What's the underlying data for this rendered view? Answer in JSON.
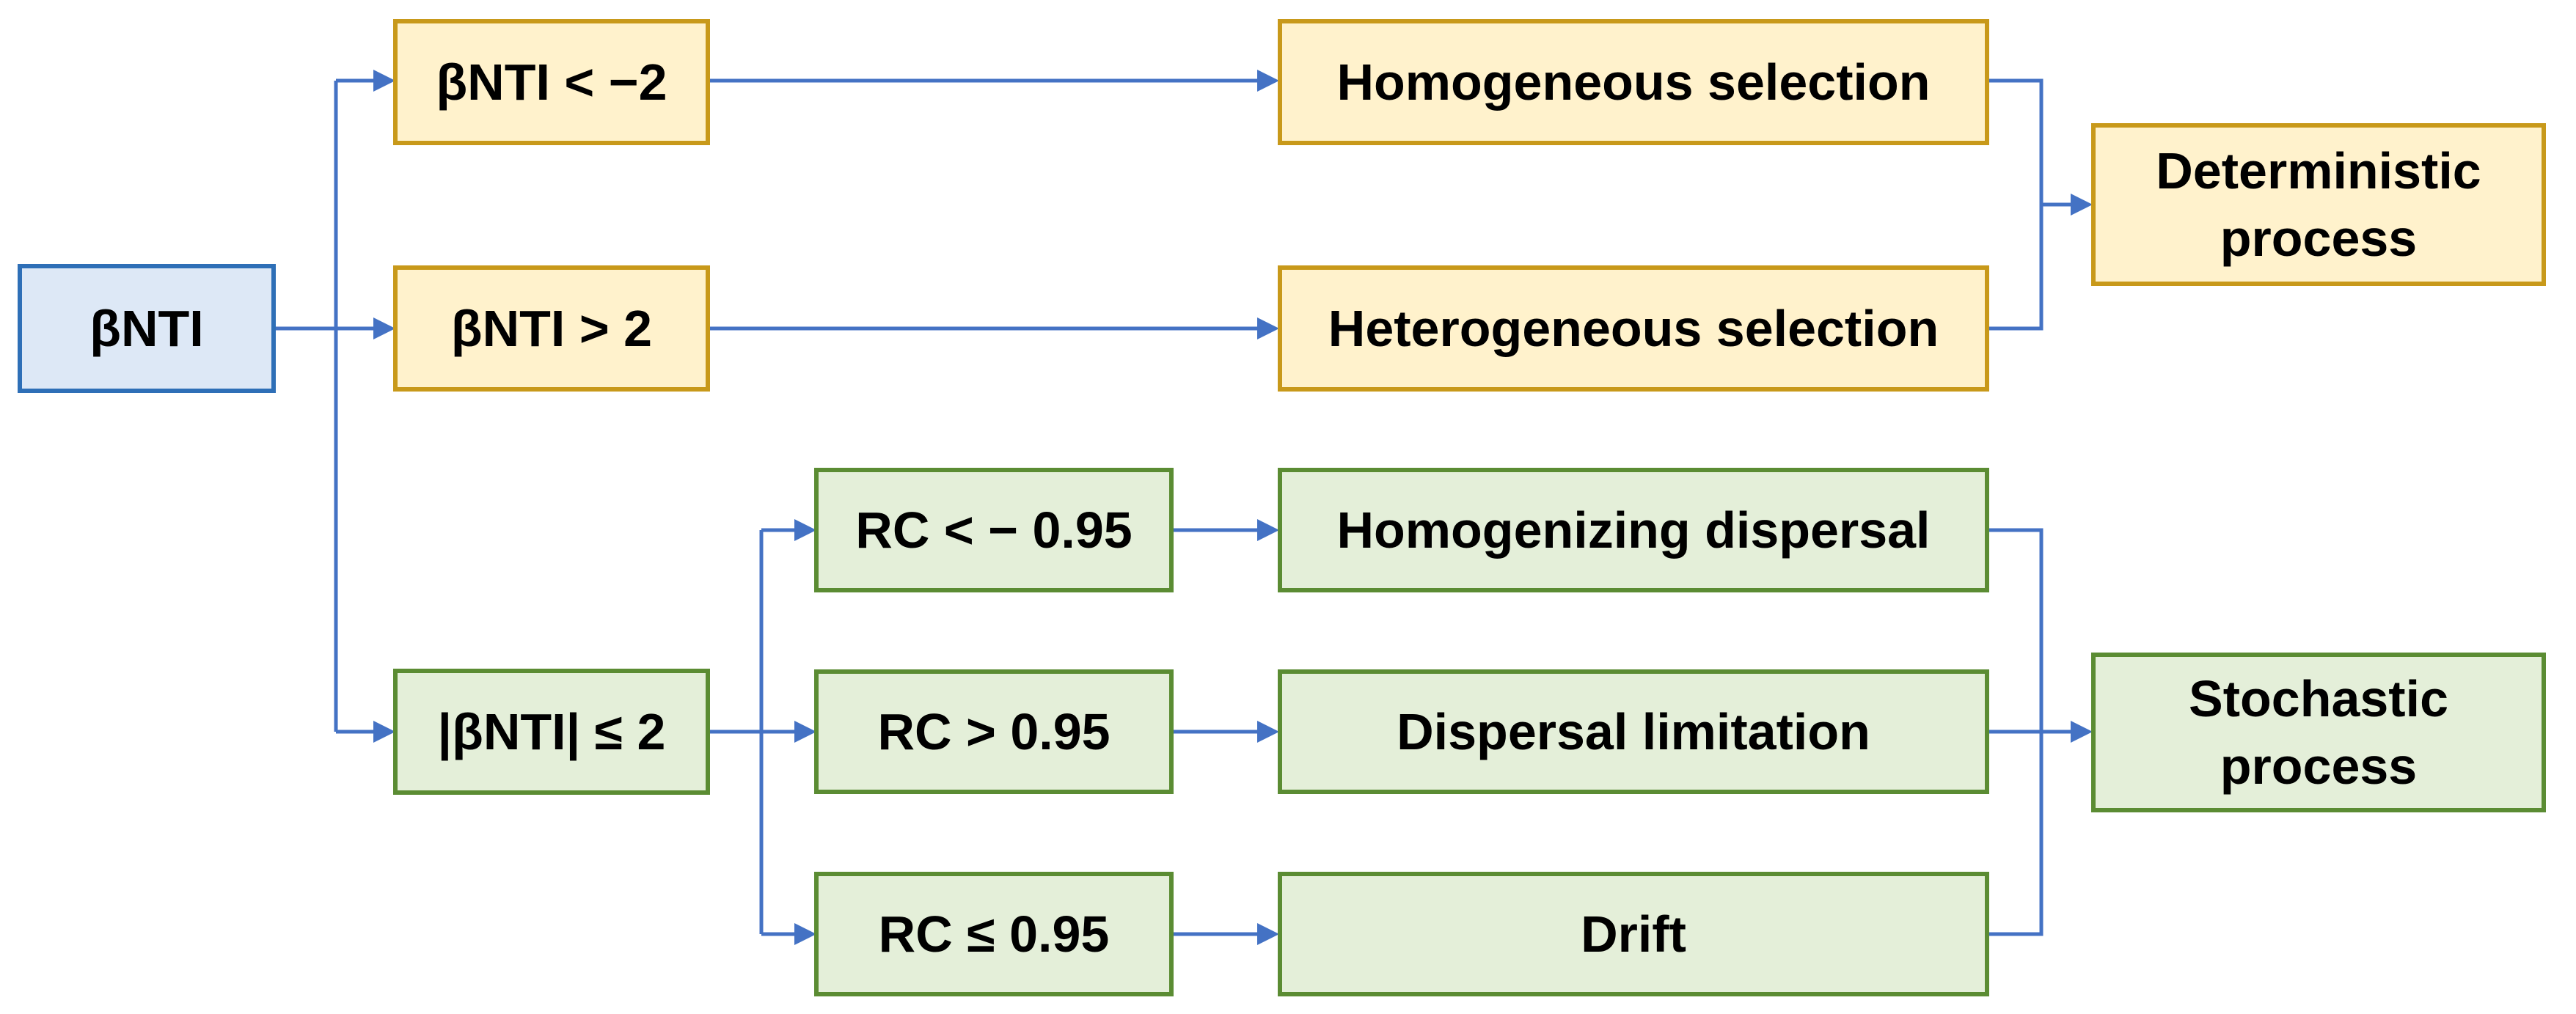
{
  "nodes": {
    "bnti": "βNTI",
    "bnti_lt_neg2": "βNTI < −2",
    "bnti_gt_2": "βNTI > 2",
    "abs_bnti_le_2": "|βNTI| ≤ 2",
    "rc_lt_neg095": "RC < − 0.95",
    "rc_gt_095": "RC > 0.95",
    "rc_le_095": "RC ≤ 0.95",
    "homogeneous_selection": "Homogeneous selection",
    "heterogeneous_selection": "Heterogeneous selection",
    "homogenizing_dispersal": "Homogenizing dispersal",
    "dispersal_limitation": "Dispersal limitation",
    "drift": "Drift",
    "deterministic_process": "Deterministic\nprocess",
    "stochastic_process": "Stochastic\nprocess"
  },
  "colors": {
    "connector": "#4472c4",
    "root_fill": "#dde8f6",
    "root_border": "#2e6fb7",
    "deterministic_fill": "#fff2cc",
    "deterministic_border": "#c8991a",
    "stochastic_fill": "#e4efd9",
    "stochastic_border": "#5b8c33"
  }
}
